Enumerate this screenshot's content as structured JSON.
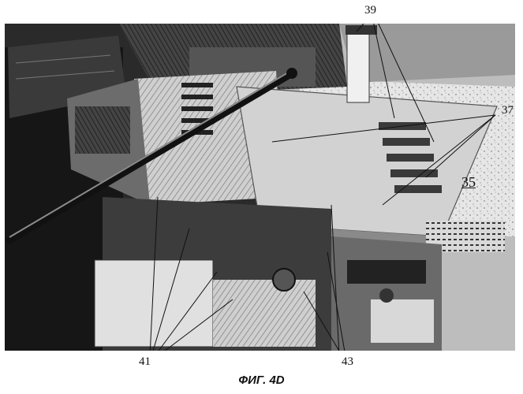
{
  "figure": {
    "caption": "ФИГ. 4D",
    "reference_numerals": {
      "r39": "39",
      "r37": "37",
      "r35": "35",
      "r41": "41",
      "r43": "43"
    }
  }
}
